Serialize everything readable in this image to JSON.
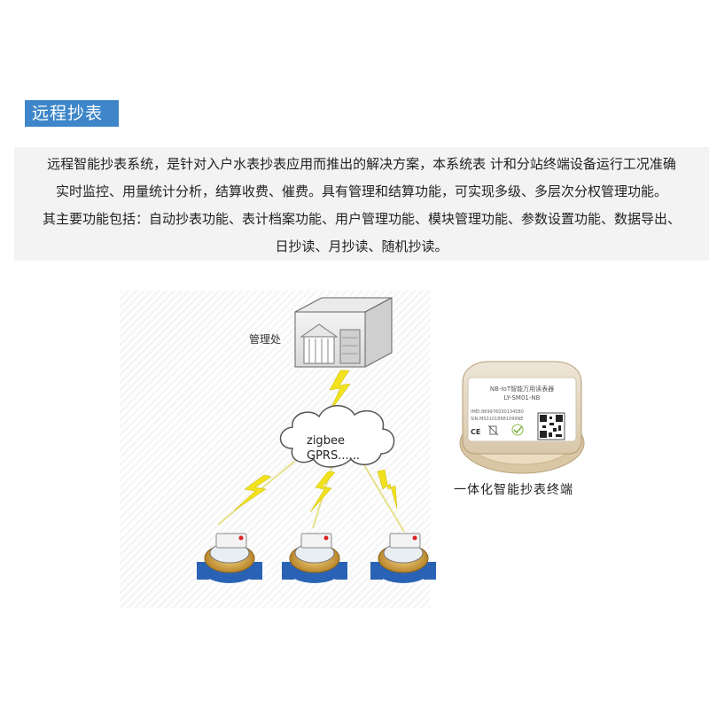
{
  "section": {
    "title": "远程抄表"
  },
  "intro": {
    "lines": [
      "远程智能抄表系统，是针对入户水表抄表应用而推出的解决方案，本系统表 计和分站终端设备运行工况准确",
      "实时监控、用量统计分析，结算收费、催费。具有管理和结算功能，可实现多级、多层次分权管理功能。",
      "其主要功能包括：自动抄表功能、表计档案功能、用户管理功能、模块管理功能、参数设置功能、数据导出、",
      "日抄读、月抄读、随机抄读。"
    ]
  },
  "diagram": {
    "office_label": "管理处",
    "network_lines": [
      "zigbee",
      "GPRS......"
    ],
    "meters": [
      {
        "icon": "water-meter-icon"
      },
      {
        "icon": "water-meter-icon"
      },
      {
        "icon": "water-meter-icon"
      }
    ],
    "device": {
      "caption": "一体化智能抄表终端",
      "label_title": "NB-IoT智能万用读表器",
      "label_model": "LY-SM01-NB",
      "label_imei": "IMEI:869976030134580",
      "label_sn": "SIN:MS31018681099NE",
      "marks": [
        "CE"
      ]
    }
  },
  "colors": {
    "accent": "#3e86c9",
    "lightning": "#f2e21d",
    "meter_body": "#2a63b5",
    "meter_brass": "#d9a53a"
  }
}
